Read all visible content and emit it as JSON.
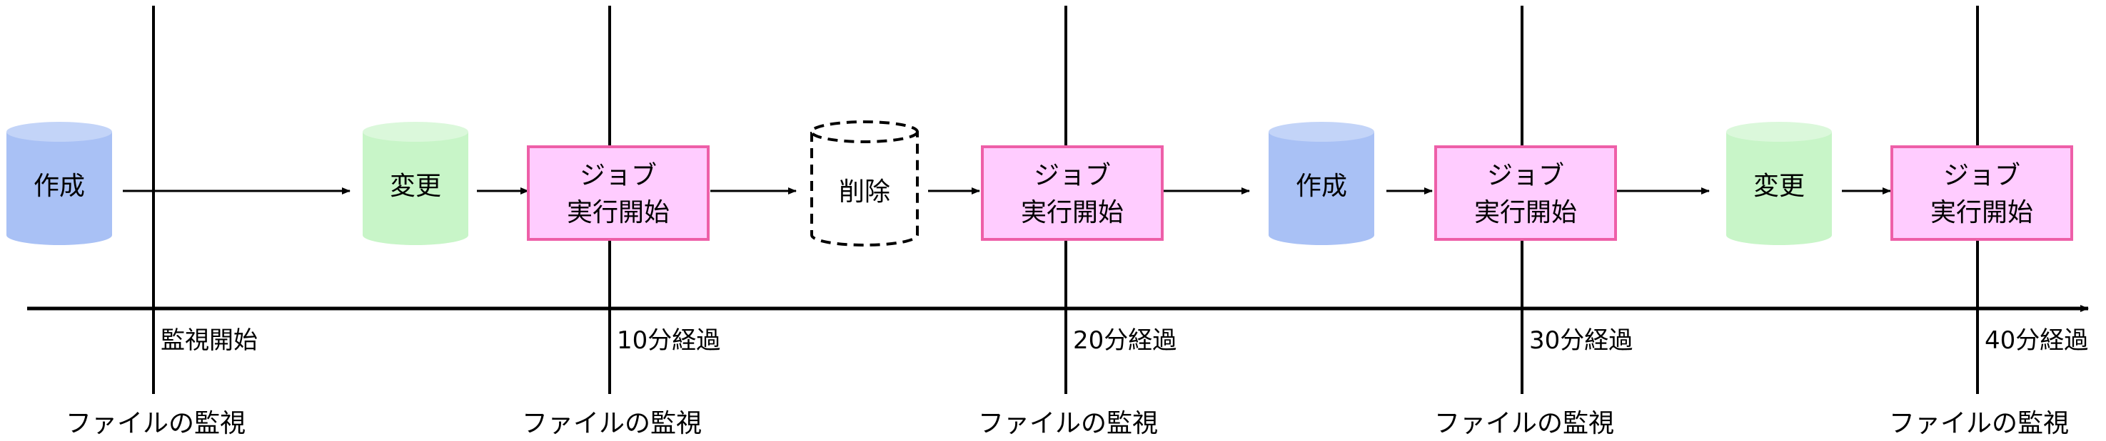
{
  "colors": {
    "create": "#a9c1f5",
    "create_top": "#c3d4f8",
    "change": "#c8f5c8",
    "change_top": "#dbf8db",
    "job_fill": "#ffccff",
    "job_stroke": "#ee5fa8",
    "line": "#000000"
  },
  "checkpoints": [
    {
      "time": "監視開始",
      "action": "ファイルの監視"
    },
    {
      "time": "10分経過",
      "action": "ファイルの監視"
    },
    {
      "time": "20分経過",
      "action": "ファイルの監視"
    },
    {
      "time": "30分経過",
      "action": "ファイルの監視"
    },
    {
      "time": "40分経過",
      "action": "ファイルの監視"
    }
  ],
  "events": [
    {
      "kind": "create",
      "label": "作成"
    },
    {
      "kind": "change",
      "label": "変更"
    },
    {
      "kind": "job",
      "line1": "ジョブ",
      "line2": "実行開始"
    },
    {
      "kind": "delete",
      "label": "削除"
    },
    {
      "kind": "job",
      "line1": "ジョブ",
      "line2": "実行開始"
    },
    {
      "kind": "create",
      "label": "作成"
    },
    {
      "kind": "job",
      "line1": "ジョブ",
      "line2": "実行開始"
    },
    {
      "kind": "change",
      "label": "変更"
    },
    {
      "kind": "job",
      "line1": "ジョブ",
      "line2": "実行開始"
    }
  ]
}
